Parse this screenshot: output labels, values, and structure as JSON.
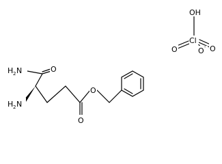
{
  "molecule": {
    "labels": {
      "amide_nitrogen": "H",
      "amide_nitrogen_subscript": "2",
      "amide_nitrogen_atom": "N",
      "amine_nitrogen": "H",
      "amine_nitrogen_subscript": "2",
      "amine_nitrogen_atom": "N",
      "amide_oxygen": "O",
      "ester_oxygen": "O",
      "carbonyl_oxygen": "O"
    }
  },
  "counterion": {
    "labels": {
      "hydroxyl": "OH",
      "chlorine": "Cl",
      "oxygen_left": "O",
      "oxygen_anion": "O",
      "oxygen_anion_charge": "-",
      "oxygen_right": "O"
    }
  }
}
